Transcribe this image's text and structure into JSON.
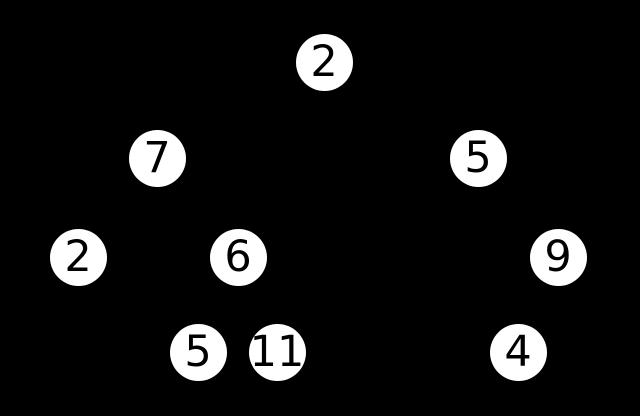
{
  "diagram": {
    "type": "binary-tree",
    "background_color": "#000000",
    "node_fill_color": "#ffffff",
    "node_label_color": "#000000",
    "edges_visible": false,
    "levels": [
      [
        "2"
      ],
      [
        "7",
        "5"
      ],
      [
        "2",
        "6",
        "9"
      ],
      [
        "5",
        "11",
        "4"
      ]
    ],
    "nodes": [
      {
        "label": "2"
      },
      {
        "label": "7"
      },
      {
        "label": "5"
      },
      {
        "label": "2"
      },
      {
        "label": "6"
      },
      {
        "label": "9"
      },
      {
        "label": "5"
      },
      {
        "label": "11"
      },
      {
        "label": "4"
      }
    ]
  }
}
